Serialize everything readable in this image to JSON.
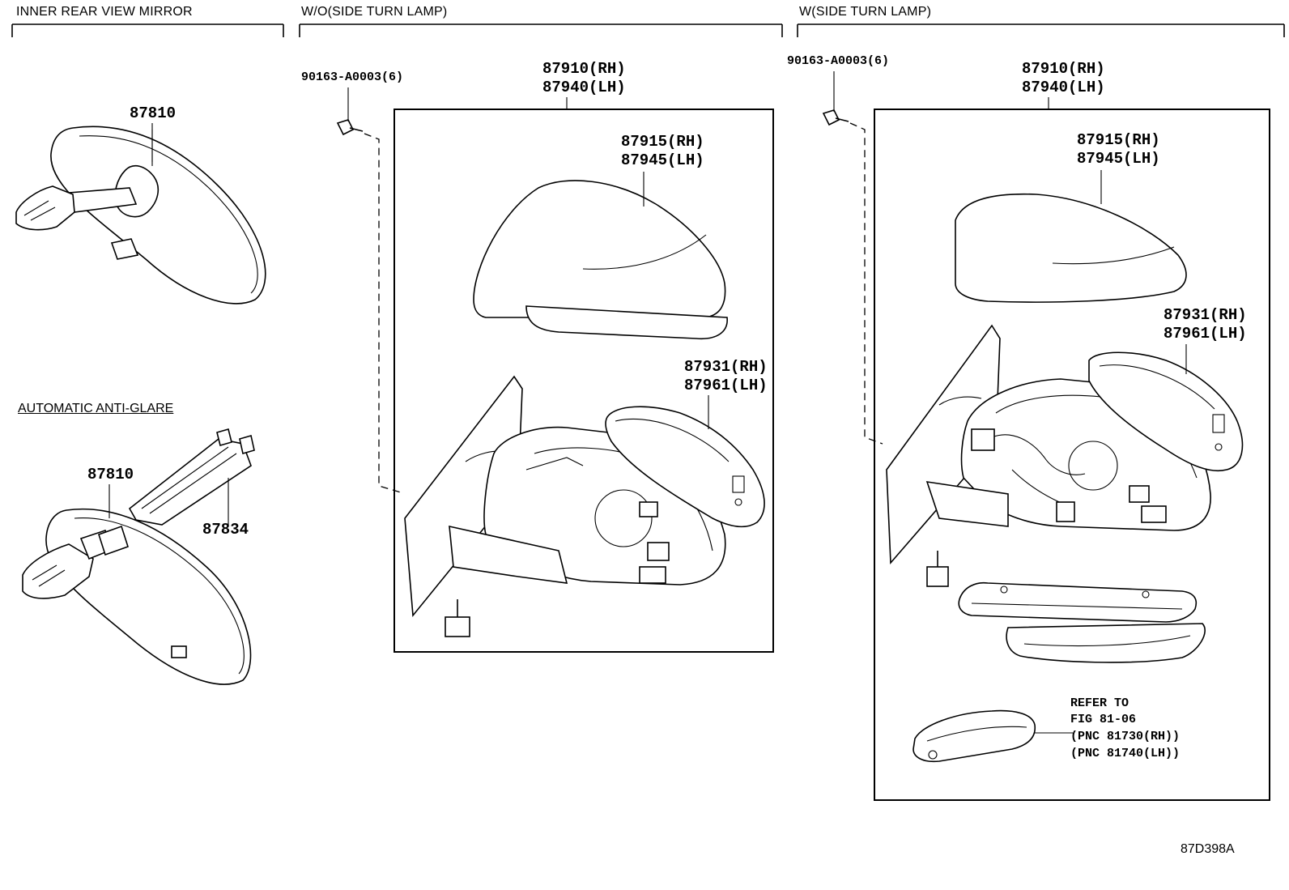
{
  "sections": {
    "inner": "INNER REAR VIEW MIRROR",
    "wo": "W/O(SIDE TURN LAMP)",
    "w": "W(SIDE TURN LAMP)"
  },
  "subsection": "AUTOMATIC ANTI-GLARE",
  "inner_parts": {
    "mirror_top": "87810",
    "mirror_bottom": "87810",
    "cover": "87834"
  },
  "wo_parts": {
    "screw": "90163-A0003(6)",
    "assy_rh": "87910(RH)",
    "assy_lh": "87940(LH)",
    "cover_rh": "87915(RH)",
    "cover_lh": "87945(LH)",
    "glass_rh": "87931(RH)",
    "glass_lh": "87961(LH)"
  },
  "w_parts": {
    "screw": "90163-A0003(6)",
    "assy_rh": "87910(RH)",
    "assy_lh": "87940(LH)",
    "cover_rh": "87915(RH)",
    "cover_lh": "87945(LH)",
    "glass_rh": "87931(RH)",
    "glass_lh": "87961(LH)"
  },
  "refer": {
    "line1": "REFER TO",
    "line2": "FIG 81-06",
    "line3": "(PNC 81730(RH))",
    "line4": "(PNC 81740(LH))"
  },
  "diagram_code": "87D398A"
}
